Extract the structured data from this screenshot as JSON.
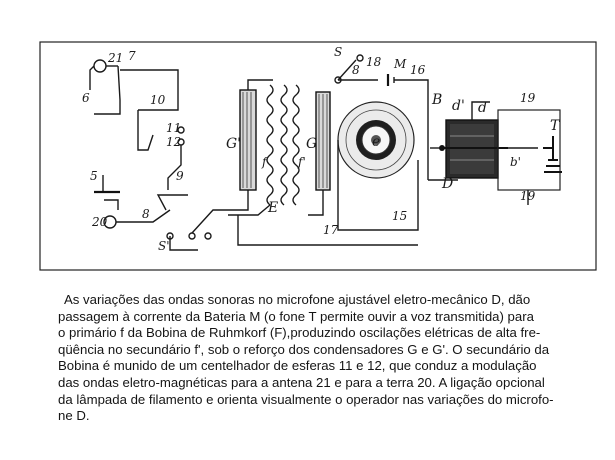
{
  "figure": {
    "labels": {
      "l21": "21",
      "l7": "7",
      "l6": "6",
      "l10": "10",
      "l11": "11",
      "l12": "12",
      "lGprime": "G'",
      "lf": "f",
      "lfprime": "f'",
      "lG": "G",
      "lS": "S",
      "l8top": "8",
      "l18": "18",
      "lM": "M",
      "l16": "16",
      "lB": "B",
      "ldprime": "d'",
      "ld": "d",
      "l19a": "19",
      "l19b": "19",
      "lT": "T",
      "le": "e",
      "lbprime": "b'",
      "lD": "D",
      "l5": "5",
      "l9": "9",
      "l20": "20",
      "l8b": "8",
      "lE": "E",
      "l15": "15",
      "l17": "17",
      "lSprime": "S'"
    }
  },
  "caption": {
    "lines": [
      "As variações das ondas sonoras no microfone ajustável eletro-mecânico D, dão",
      "passagem à corrente da Bateria M (o fone T permite ouvir a voz transmitida) para",
      "o primário f da Bobina de Ruhmkorf (F),produzindo oscilações elétricas de alta fre-",
      "qüência no secundário f', sob o reforço dos condensadores G e G'. O secundário da",
      "Bobina é munido de um centelhador de esferas 11 e 12, que conduz a modulação",
      "das ondas eletro-magnéticas para a antena 21 e para a terra 20. A ligação opcional",
      "da lâmpada de filamento e orienta visualmente o operador nas variações do microfo-",
      "ne D."
    ]
  }
}
